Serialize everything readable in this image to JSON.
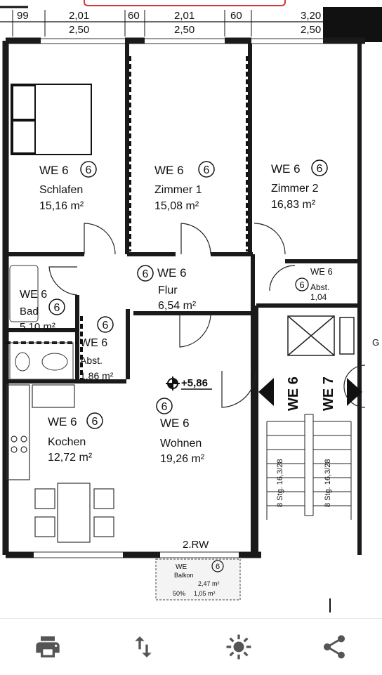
{
  "dimensions": {
    "top": [
      "99",
      "2,01",
      "60",
      "2,01",
      "60",
      "3,20"
    ],
    "bottom": [
      "2,50",
      "2,50",
      "2,50"
    ]
  },
  "rooms": {
    "schlafen": {
      "unit": "WE 6",
      "num": "6",
      "name": "Schlafen",
      "area": "15,16 m²"
    },
    "zimmer1": {
      "unit": "WE 6",
      "num": "6",
      "name": "Zimmer 1",
      "area": "15,08 m²"
    },
    "zimmer2": {
      "unit": "WE 6",
      "num": "6",
      "name": "Zimmer 2",
      "area": "16,83 m²"
    },
    "flur": {
      "unit": "WE 6",
      "num": "6",
      "name": "Flur",
      "area": "6,54 m²"
    },
    "bad": {
      "unit": "WE 6",
      "num": "6",
      "name": "Bad",
      "area": "5,10 m²"
    },
    "abst1": {
      "unit": "WE 6",
      "num": "6",
      "name": "Abst.",
      "area": "1,86 m²"
    },
    "abst2": {
      "unit": "WE 6",
      "num": "6",
      "name": "Abst.",
      "area": "1,04"
    },
    "kochen": {
      "unit": "WE 6",
      "num": "6",
      "name": "Kochen",
      "area": "12,72 m²"
    },
    "wohnen": {
      "unit": "WE 6",
      "num": "6",
      "name": "Wohnen",
      "area": "19,26 m²"
    },
    "balkon": {
      "unit": "WE",
      "num": "6",
      "name": "Balkon",
      "area": "2,47 m²",
      "note": "50%",
      "area2": "1,05 m²"
    }
  },
  "level_mark": "+5,86",
  "window_label": "2.RW",
  "stair": {
    "left_label": "WE 6",
    "right_label": "WE 7",
    "left_steps": "8 Stg. 16,3/28",
    "right_steps": "8 Stg. 16,3/28"
  },
  "edge_label": "G",
  "toolbar": {
    "icons": [
      "print-icon",
      "swap-vertical-icon",
      "brightness-icon",
      "share-icon"
    ],
    "icon_color": "#555555"
  }
}
